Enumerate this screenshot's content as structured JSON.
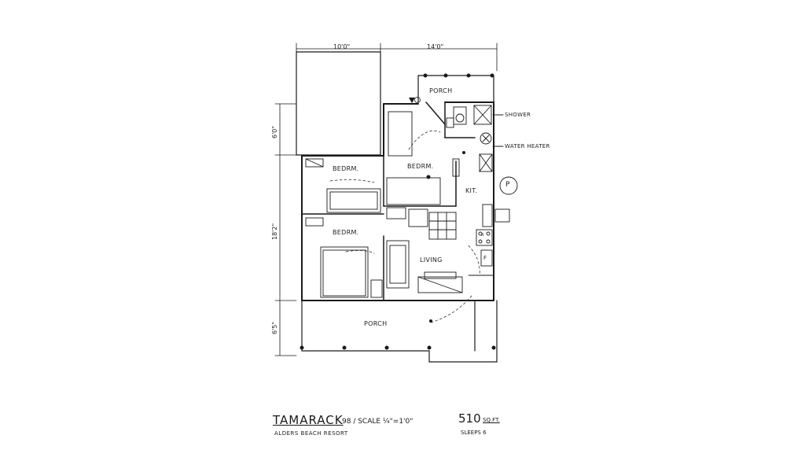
{
  "plan": {
    "dimensions": {
      "top_left": "10'0\"",
      "top_right": "14'0\"",
      "side_upper": "6'0\"",
      "side_middle": "18'2\"",
      "side_lower": "6'5\""
    },
    "rooms": {
      "porch_top": "PORCH",
      "bedroom_left": "BEDRM.",
      "bedroom_right": "BEDRM.",
      "bedroom_lower": "BEDRM.",
      "kitchen": "KIT.",
      "living": "LIVING",
      "porch_bottom": "PORCH"
    },
    "annotations": {
      "shower": "SHOWER",
      "water_heater": "WATER HEATER",
      "propane": "P",
      "fridge": "F",
      "range": "R"
    }
  },
  "title_block": {
    "name": "TAMARACK",
    "scale": "98 / SCALE ¼\"=1'0\"",
    "resort": "ALDERS BEACH RESORT",
    "area_value": "510",
    "area_unit": "SQ.FT.",
    "sleeps": "SLEEPS 6"
  }
}
